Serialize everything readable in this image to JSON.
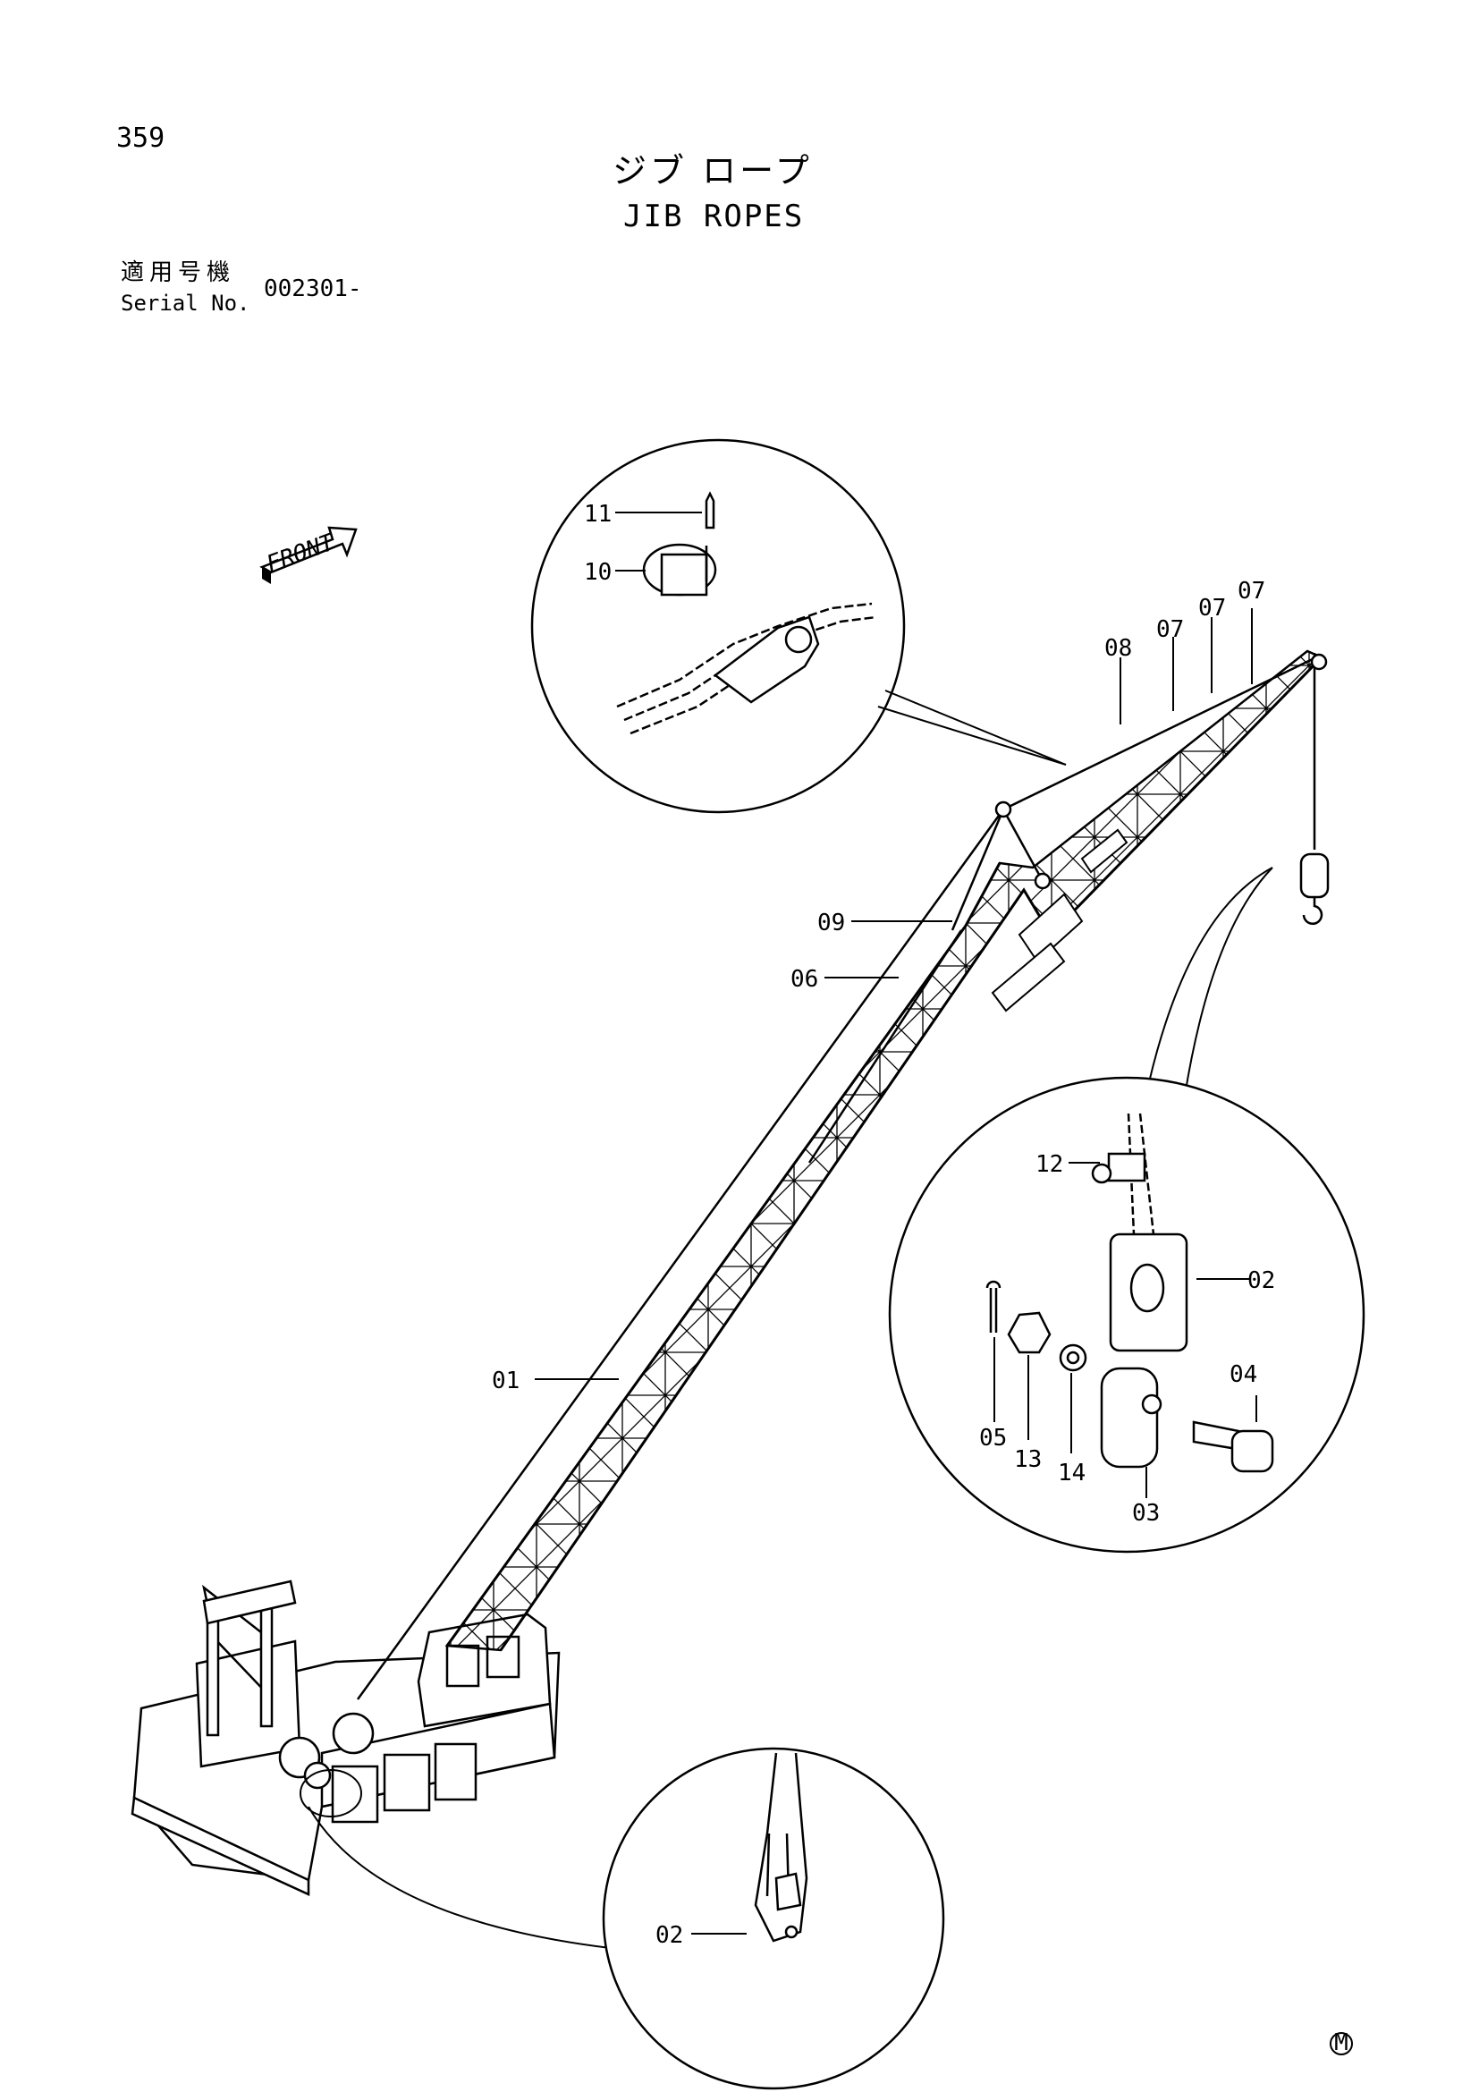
{
  "header": {
    "page_number": "359",
    "title_jp": "ジブ ロープ",
    "title_en": "JIB ROPES",
    "serial_label_jp": "適用号機",
    "serial_label_en": "Serial No.",
    "serial_value": "002301-"
  },
  "front_arrow_label": "FRONT",
  "callouts": {
    "c01": "01",
    "c02a": "02",
    "c02b": "02",
    "c03": "03",
    "c04": "04",
    "c05": "05",
    "c06": "06",
    "c07a": "07",
    "c07b": "07",
    "c07c": "07",
    "c08": "08",
    "c09": "09",
    "c10": "10",
    "c11": "11",
    "c12": "12",
    "c13": "13",
    "c14": "14"
  },
  "corner_mark": "M"
}
